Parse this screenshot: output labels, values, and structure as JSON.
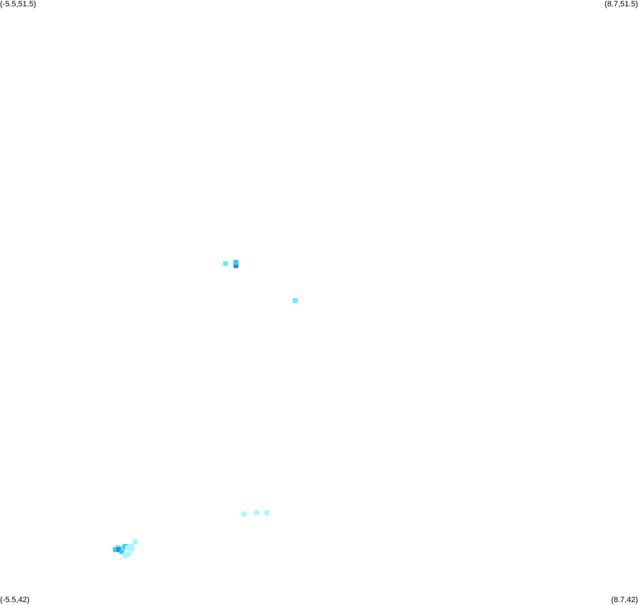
{
  "map": {
    "corners": {
      "top_left": "(-5.5,51.5)",
      "top_right": "(8.7,51.5)",
      "bottom_left": "(-5.5,42)",
      "bottom_right": "(8.7,42)"
    },
    "bounds": {
      "lon_min": -5.5,
      "lon_max": 8.7,
      "lat_min": 42,
      "lat_max": 51.5
    },
    "background_color": "#ffffff",
    "color_scale": [
      "#a6f7ff",
      "#6de8ff",
      "#3cc6f0",
      "#1a8fd6"
    ]
  },
  "chart_data": {
    "type": "heatmap",
    "x_label": "",
    "y_label": "",
    "xlim": [
      -5.5,
      8.7
    ],
    "ylim": [
      42,
      51.5
    ],
    "cells": [
      {
        "lon": -0.48,
        "lat": 47.36,
        "level": 1
      },
      {
        "lon": -0.25,
        "lat": 47.33,
        "level": 3
      },
      {
        "lon": -0.25,
        "lat": 47.38,
        "level": 2
      },
      {
        "lon": 1.07,
        "lat": 46.78,
        "level": 1
      },
      {
        "lon": -0.07,
        "lat": 43.43,
        "level": 0
      },
      {
        "lon": 0.22,
        "lat": 43.45,
        "level": 0
      },
      {
        "lon": 0.44,
        "lat": 43.45,
        "level": 0
      },
      {
        "lon": -2.88,
        "lat": 42.9,
        "level": 1
      },
      {
        "lon": -2.93,
        "lat": 42.87,
        "level": 2
      },
      {
        "lon": -2.85,
        "lat": 42.87,
        "level": 3
      },
      {
        "lon": -2.79,
        "lat": 42.84,
        "level": 2
      },
      {
        "lon": -2.75,
        "lat": 42.9,
        "level": 1
      },
      {
        "lon": -2.71,
        "lat": 42.92,
        "level": 2
      },
      {
        "lon": -2.66,
        "lat": 42.9,
        "level": 0
      },
      {
        "lon": -2.57,
        "lat": 42.92,
        "level": 0
      },
      {
        "lon": -2.57,
        "lat": 42.88,
        "level": 0
      },
      {
        "lon": -2.64,
        "lat": 42.8,
        "level": 0
      },
      {
        "lon": -2.72,
        "lat": 42.78,
        "level": 0
      },
      {
        "lon": -2.49,
        "lat": 42.99,
        "level": 0
      }
    ]
  }
}
